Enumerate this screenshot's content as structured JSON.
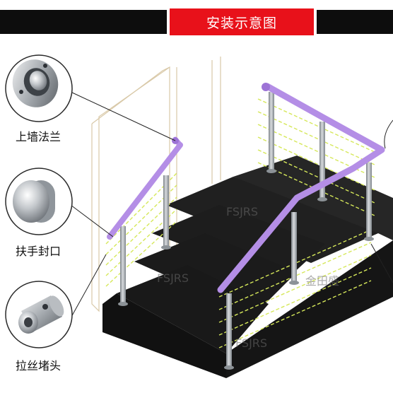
{
  "title": "安装示意图",
  "parts": [
    {
      "label": "上墙法兰",
      "icon": "wall-flange-icon"
    },
    {
      "label": "扶手封口",
      "icon": "handrail-end-cap-icon"
    },
    {
      "label": "拉丝堵头",
      "icon": "wire-plug-icon"
    }
  ],
  "watermarks": [
    "FSJRS",
    "FSJRS",
    "FSJRS",
    "金田盛"
  ],
  "colors": {
    "banner_bg": "#0d0d0d",
    "title_bg": "#e8111a",
    "handrail": "#b48ee6",
    "wire": "#d6e85a",
    "stair": "#1c1c1c",
    "post": "#a8aeb4"
  }
}
